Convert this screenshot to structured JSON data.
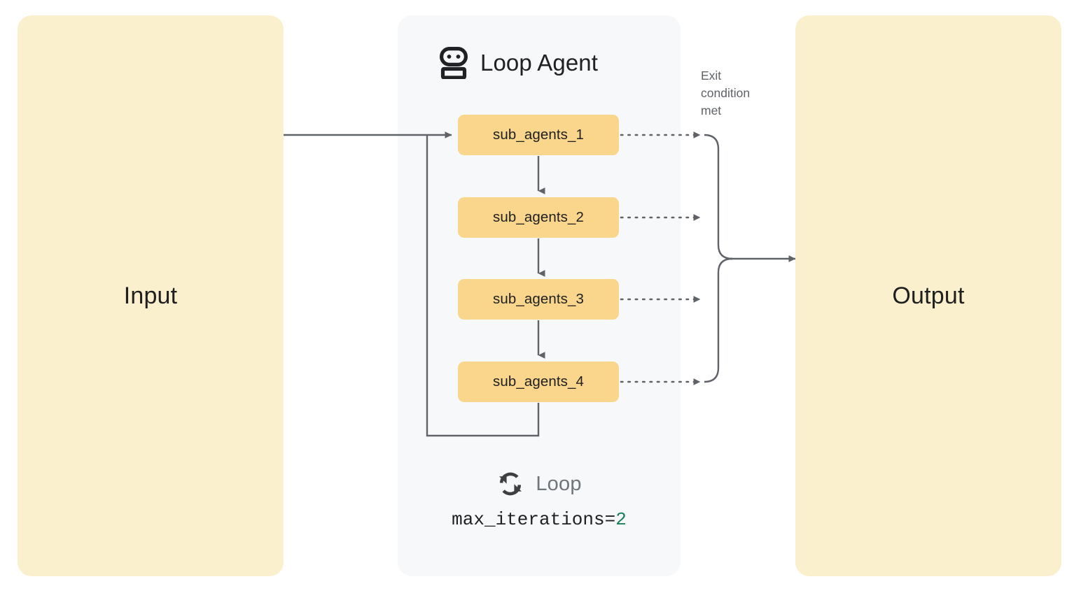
{
  "diagram": {
    "title": "Loop Agent",
    "title_icon": "robot-icon",
    "background_color": "#ffffff"
  },
  "input_panel": {
    "label": "Input",
    "color": "#FBF0CE"
  },
  "output_panel": {
    "label": "Output",
    "color": "#FBF0CE"
  },
  "loop_agent": {
    "label": "Loop Agent",
    "container_color": "#F7F8FA",
    "sub_agents": [
      {
        "label": "sub_agents_1"
      },
      {
        "label": "sub_agents_2"
      },
      {
        "label": "sub_agents_3"
      },
      {
        "label": "sub_agents_4"
      }
    ],
    "agent_box_color": "#FAD68C",
    "footer": {
      "loop_icon": "loop-refresh-icon",
      "loop_label": "Loop",
      "max_iterations_key": "max_iterations=",
      "max_iterations_value": "2",
      "value_color": "#1a7f5a"
    }
  },
  "annotations": {
    "exit_condition": "Exit\ncondition\nmet",
    "exit_condition_line1": "Exit",
    "exit_condition_line2": "condition",
    "exit_condition_line3": "met"
  },
  "wires": {
    "input_to_first_agent": "solid-arrow",
    "agent_to_agent": "solid-arrow-down",
    "agent_to_exit_bus": "dotted-arrow",
    "bus_to_output": "solid-arrow",
    "feedback_loop": "solid-line"
  },
  "colors": {
    "wire": "#5f6368",
    "text_primary": "#1f1f1f",
    "text_muted": "#5f6368"
  }
}
